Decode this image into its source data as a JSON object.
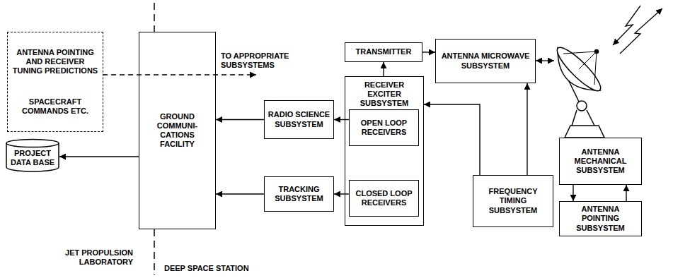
{
  "diagram": {
    "nodes": [
      {
        "text": [
          "ANTENNA POINTING AND RECEIVER TUNING PREDICTIONS",
          "SPACECRAFT COMMANDS ETC."
        ]
      },
      {
        "text": [
          "PROJECT DATA BASE"
        ]
      },
      {
        "text": [
          "GROUND COMMUNI- CATIONS FACILITY"
        ]
      },
      {
        "text": [
          "TRANSMITTER"
        ]
      },
      {
        "text": [
          "ANTENNA MICROWAVE SUBSYSTEM"
        ]
      },
      {
        "text": [
          "RADIO SCIENCE SUBSYSTEM"
        ]
      },
      {
        "text": [
          "RECEIVER EXCITER SUBSYSTEM"
        ]
      },
      {
        "text": [
          "OPEN LOOP RECEIVERS"
        ],
        "in": 6
      },
      {
        "text": [
          "TRACKING SUBSYSTEM"
        ]
      },
      {
        "text": [
          "CLOSED LOOP RECEIVERS"
        ],
        "in": 6
      },
      {
        "text": [
          "ANTENNA MECHANICAL SUBSYSTEM"
        ]
      },
      {
        "text": [
          "FREQUENCY TIMING SUBSYSTEM"
        ]
      },
      {
        "text": [
          "ANTENNA POINTING SUBSYSTEM"
        ]
      }
    ],
    "edges": [
      {
        "from": 2,
        "to": 1,
        "arrow": "to"
      },
      {
        "from": 5,
        "to": 2,
        "arrow": "to"
      },
      {
        "from": 8,
        "to": 2,
        "arrow": "to"
      },
      {
        "from": 7,
        "to": 5,
        "arrow": "to"
      },
      {
        "from": 9,
        "to": 8,
        "arrow": "to"
      },
      {
        "from": 6,
        "to": 3,
        "arrow": "to"
      },
      {
        "from": 3,
        "to": 4,
        "arrow": "to"
      },
      {
        "from": 11,
        "to": 6,
        "arrow": "to"
      },
      {
        "from": 11,
        "to": 4,
        "arrow": "to"
      },
      {
        "from": 10,
        "to": 12,
        "arrow": "to"
      },
      {
        "from": 12,
        "to": 10,
        "arrow": "to"
      }
    ],
    "labels": [
      "TO APPROPRIATE SUBSYSTEMS",
      "JET PROPULSION LABORATORY",
      "DEEP SPACE STATION"
    ]
  }
}
